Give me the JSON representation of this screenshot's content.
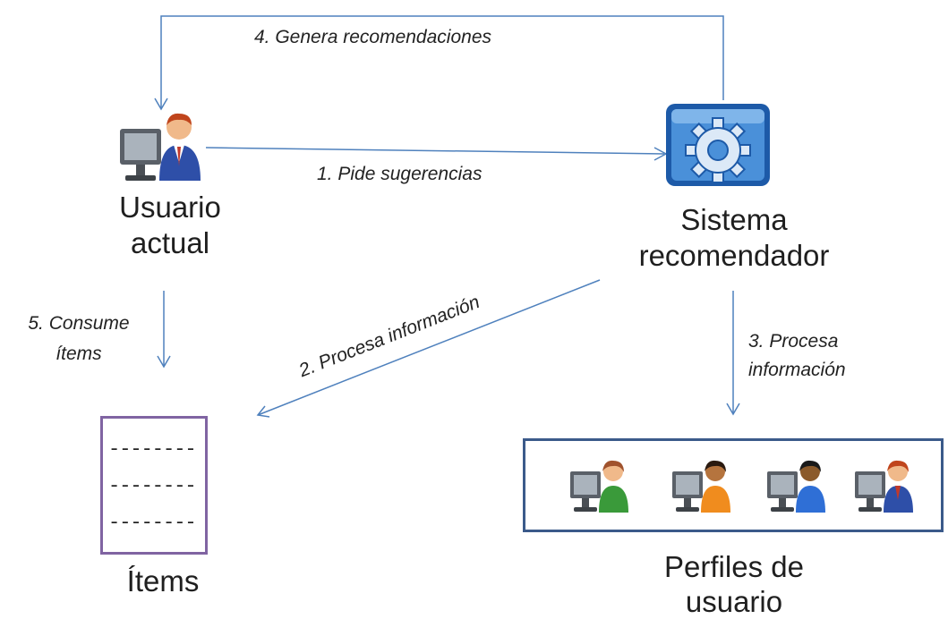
{
  "nodes": {
    "user": {
      "line1": "Usuario",
      "line2": "actual"
    },
    "system": {
      "line1": "Sistema",
      "line2": "recomendador"
    },
    "items": {
      "label": "Ítems",
      "lines": [
        "--------",
        "--------",
        "--------"
      ]
    },
    "profiles": {
      "line1": "Perfiles de",
      "line2": "usuario"
    }
  },
  "edges": {
    "e1": "1. Pide sugerencias",
    "e2": "2. Procesa información",
    "e3_line1": "3. Procesa",
    "e3_line2": "información",
    "e4": "4. Genera recomendaciones",
    "e5_line1": "5. Consume",
    "e5_line2": "ítems"
  },
  "colors": {
    "arrow": "#4f81bd",
    "items_border": "#8064a2",
    "profiles_border": "#3b5a8a"
  }
}
